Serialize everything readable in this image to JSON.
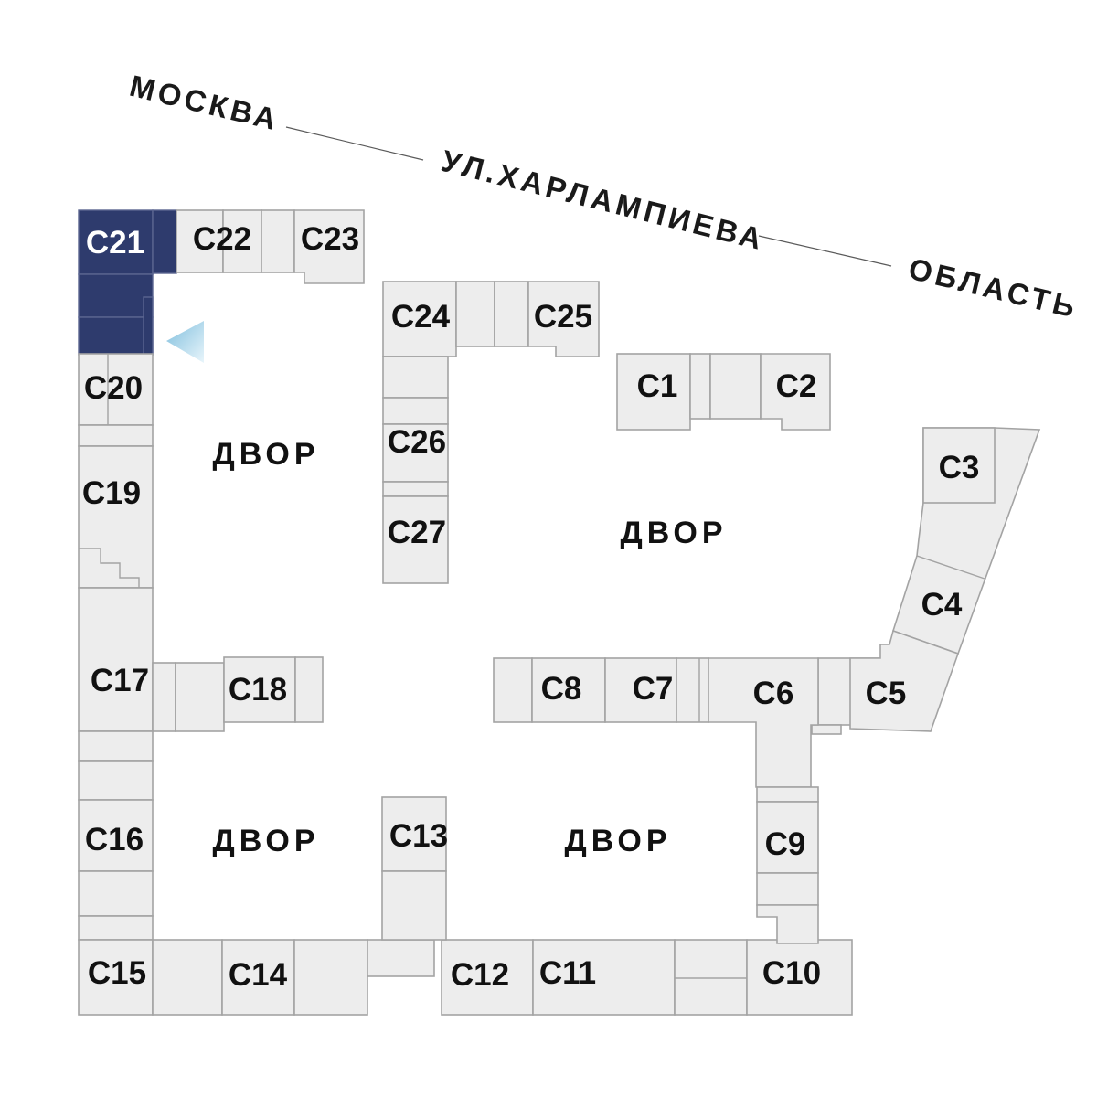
{
  "streets": {
    "moscow_label": "МОСКВА",
    "street_label": "УЛ.ХАРЛАМПИЕВА",
    "oblast_label": "ОБЛАСТЬ"
  },
  "courtyards": [
    {
      "label": "ДВОР"
    },
    {
      "label": "ДВОР"
    },
    {
      "label": "ДВОР"
    },
    {
      "label": "ДВОР"
    }
  ],
  "highlighted_building": "С21",
  "buildings": [
    {
      "id": "С1",
      "label": "С1"
    },
    {
      "id": "С2",
      "label": "С2"
    },
    {
      "id": "С3",
      "label": "С3"
    },
    {
      "id": "С4",
      "label": "С4"
    },
    {
      "id": "С5",
      "label": "С5"
    },
    {
      "id": "С6",
      "label": "С6"
    },
    {
      "id": "С7",
      "label": "С7"
    },
    {
      "id": "С8",
      "label": "С8"
    },
    {
      "id": "С9",
      "label": "С9"
    },
    {
      "id": "С10",
      "label": "С10"
    },
    {
      "id": "С11",
      "label": "С11"
    },
    {
      "id": "С12",
      "label": "С12"
    },
    {
      "id": "С13",
      "label": "С13"
    },
    {
      "id": "С14",
      "label": "С14"
    },
    {
      "id": "С15",
      "label": "С15"
    },
    {
      "id": "С16",
      "label": "С16"
    },
    {
      "id": "С17",
      "label": "С17"
    },
    {
      "id": "С18",
      "label": "С18"
    },
    {
      "id": "С19",
      "label": "С19"
    },
    {
      "id": "С20",
      "label": "С20"
    },
    {
      "id": "С21",
      "label": "С21"
    },
    {
      "id": "С22",
      "label": "С22"
    },
    {
      "id": "С23",
      "label": "С23"
    },
    {
      "id": "С24",
      "label": "С24"
    },
    {
      "id": "С25",
      "label": "С25"
    },
    {
      "id": "С26",
      "label": "С26"
    },
    {
      "id": "С27",
      "label": "С27"
    }
  ],
  "colors": {
    "building_fill": "#ededed",
    "building_stroke": "#a3a3a3",
    "highlight_fill": "#2e3b6d",
    "highlight_stroke": "#5b6590",
    "label_color": "#111111",
    "highlight_label_color": "#ffffff",
    "street_color": "#1a1a1a",
    "arrow_from": "#7fbedd",
    "arrow_to": "#e8f5fb",
    "background": "#ffffff"
  }
}
